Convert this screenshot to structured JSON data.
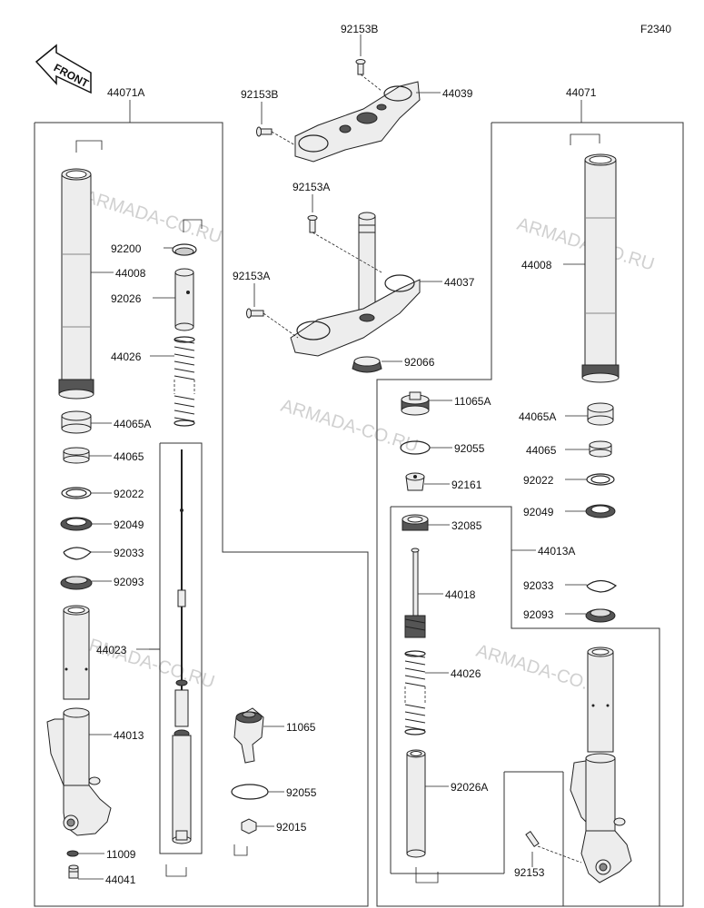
{
  "diagram_code": "F2340",
  "front_badge": "FRONT",
  "watermark": "ARMADA-CO.RU",
  "labels": {
    "44071A": "44071A",
    "44071": "44071",
    "92153B_top": "92153B",
    "92153B_left": "92153B",
    "44039": "44039",
    "92153A_mid": "92153A",
    "92153A_low": "92153A",
    "44037": "44037",
    "92066": "92066",
    "L_92200": "92200",
    "L_44008": "44008",
    "L_92026": "92026",
    "L_44026": "44026",
    "L_44065A": "44065A",
    "L_44065": "44065",
    "L_92022": "92022",
    "L_92049": "92049",
    "L_92033": "92033",
    "L_92093": "92093",
    "L_44023": "44023",
    "L_44013": "44013",
    "L_11009": "11009",
    "L_44041": "44041",
    "L_11065": "11065",
    "L_92055": "92055",
    "L_92015": "92015",
    "R_44008": "44008",
    "R_11065A": "11065A",
    "R_44065A": "44065A",
    "R_92055": "92055",
    "R_44065": "44065",
    "R_92161": "92161",
    "R_92022": "92022",
    "R_92049": "92049",
    "R_32085": "32085",
    "R_44013A": "44013A",
    "R_44018": "44018",
    "R_92033": "92033",
    "R_92093": "92093",
    "R_44026": "44026",
    "R_92026A": "92026A",
    "R_92153": "92153"
  }
}
